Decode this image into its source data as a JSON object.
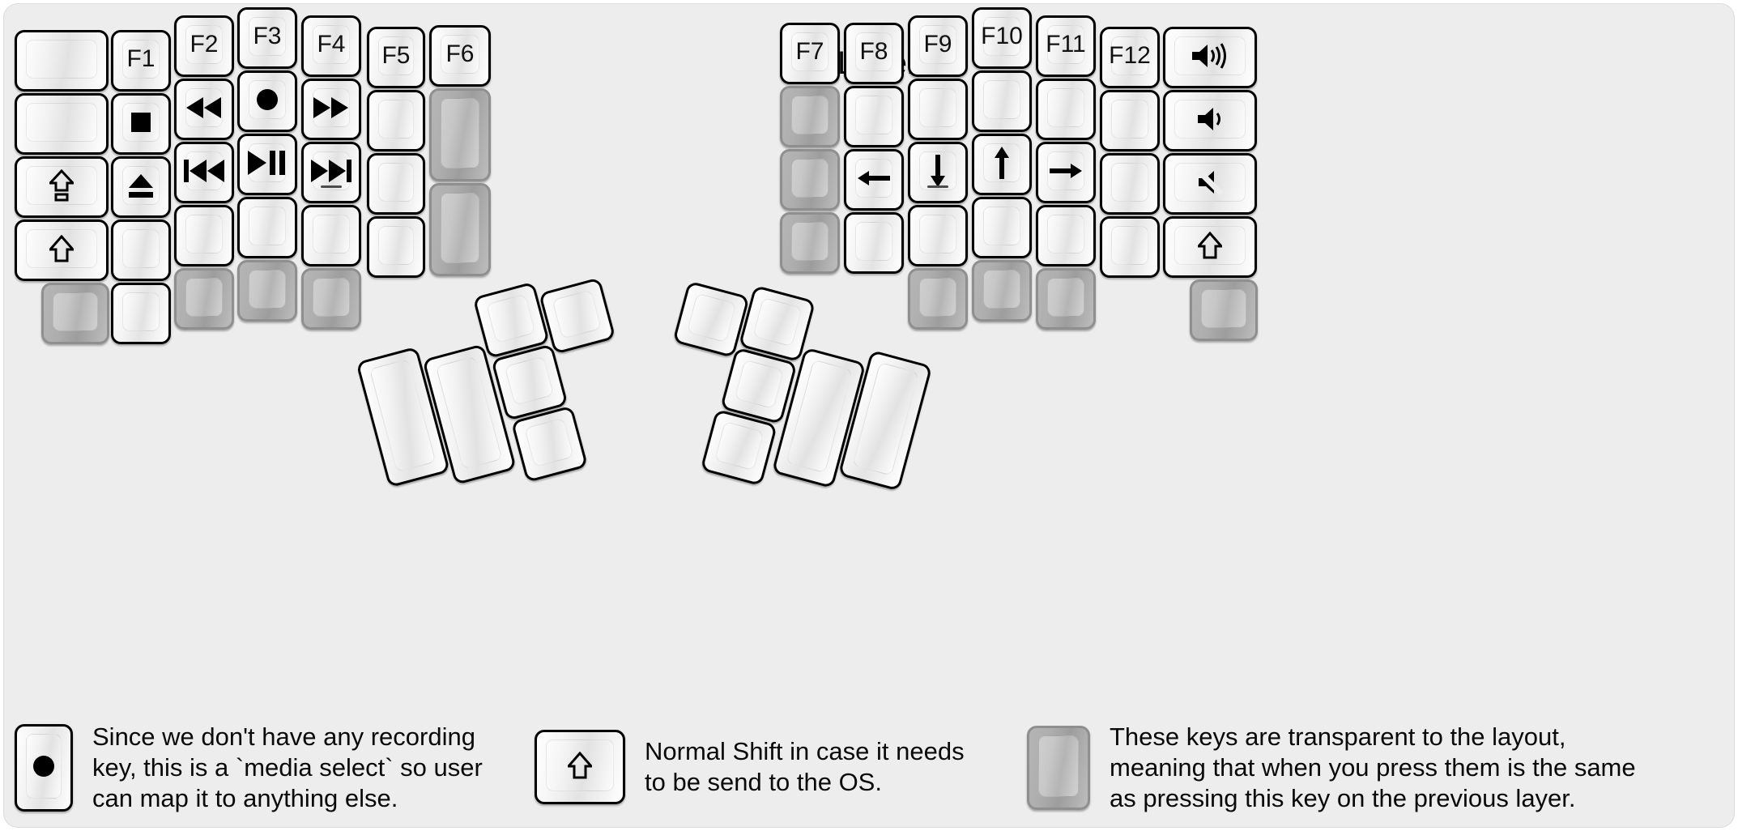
{
  "page": {
    "title": "fn Layer",
    "background_color": "#ededed",
    "key_border_color": "#000000",
    "transparent_key_color": "#aeaeae"
  },
  "keyboard": {
    "name": "split ergonomic columnar keyboard",
    "halves": [
      {
        "side": "left",
        "columns": [
          {
            "name": "left-outer-column",
            "keys": [
              {
                "label": "",
                "icon": "",
                "type": "normal",
                "width_u": 1.5
              },
              {
                "label": "",
                "icon": "",
                "type": "normal",
                "width_u": 1.5
              },
              {
                "label": "",
                "icon": "caps-lock-icon",
                "type": "normal",
                "width_u": 1.5
              },
              {
                "label": "",
                "icon": "shift-up-arrow-icon",
                "type": "normal",
                "width_u": 1.5
              },
              {
                "label": "",
                "icon": "",
                "type": "transparent",
                "width_u": 1.0
              }
            ]
          },
          {
            "name": "column-f1",
            "keys": [
              {
                "label": "F1",
                "icon": "",
                "type": "normal"
              },
              {
                "label": "",
                "icon": "media-stop-icon",
                "type": "normal"
              },
              {
                "label": "",
                "icon": "media-eject-icon",
                "type": "normal"
              },
              {
                "label": "",
                "icon": "",
                "type": "normal"
              },
              {
                "label": "",
                "icon": "",
                "type": "normal"
              }
            ]
          },
          {
            "name": "column-f2",
            "keys": [
              {
                "label": "F2",
                "icon": "",
                "type": "normal"
              },
              {
                "label": "",
                "icon": "media-rewind-icon",
                "type": "normal"
              },
              {
                "label": "",
                "icon": "media-previous-track-icon",
                "type": "normal"
              },
              {
                "label": "",
                "icon": "",
                "type": "normal"
              },
              {
                "label": "",
                "icon": "",
                "type": "transparent"
              }
            ]
          },
          {
            "name": "column-f3",
            "keys": [
              {
                "label": "F3",
                "icon": "",
                "type": "normal"
              },
              {
                "label": "",
                "icon": "media-record-icon",
                "type": "normal"
              },
              {
                "label": "",
                "icon": "media-play-pause-icon",
                "type": "normal"
              },
              {
                "label": "",
                "icon": "",
                "type": "normal"
              },
              {
                "label": "",
                "icon": "",
                "type": "transparent"
              }
            ]
          },
          {
            "name": "column-f4",
            "keys": [
              {
                "label": "F4",
                "icon": "",
                "type": "normal"
              },
              {
                "label": "",
                "icon": "media-fast-forward-icon",
                "type": "normal"
              },
              {
                "label": "",
                "icon": "media-next-track-icon",
                "type": "normal",
                "homing_bump": true
              },
              {
                "label": "",
                "icon": "",
                "type": "normal"
              },
              {
                "label": "",
                "icon": "",
                "type": "transparent"
              }
            ]
          },
          {
            "name": "column-f5",
            "keys": [
              {
                "label": "F5",
                "icon": "",
                "type": "normal"
              },
              {
                "label": "",
                "icon": "",
                "type": "normal"
              },
              {
                "label": "",
                "icon": "",
                "type": "normal"
              },
              {
                "label": "",
                "icon": "",
                "type": "normal"
              }
            ]
          },
          {
            "name": "column-f6",
            "keys": [
              {
                "label": "F6",
                "icon": "",
                "type": "normal"
              },
              {
                "label": "",
                "icon": "",
                "type": "transparent",
                "height_u": 1.5
              },
              {
                "label": "",
                "icon": "",
                "type": "transparent",
                "height_u": 1.5
              }
            ]
          }
        ],
        "thumb_cluster": {
          "name": "left-thumb-cluster",
          "rotation_deg": -15,
          "keys": [
            {
              "label": "",
              "icon": "",
              "type": "normal",
              "size": "2u-tall"
            },
            {
              "label": "",
              "icon": "",
              "type": "normal",
              "size": "2u-tall"
            },
            {
              "label": "",
              "icon": "",
              "type": "normal",
              "size": "1u"
            },
            {
              "label": "",
              "icon": "",
              "type": "normal",
              "size": "1u"
            },
            {
              "label": "",
              "icon": "",
              "type": "normal",
              "size": "1u"
            },
            {
              "label": "",
              "icon": "",
              "type": "normal",
              "size": "1u"
            }
          ]
        }
      },
      {
        "side": "right",
        "columns": [
          {
            "name": "column-f7",
            "keys": [
              {
                "label": "F7",
                "icon": "",
                "type": "normal"
              },
              {
                "label": "",
                "icon": "",
                "type": "transparent"
              },
              {
                "label": "",
                "icon": "",
                "type": "transparent"
              },
              {
                "label": "",
                "icon": "",
                "type": "transparent"
              }
            ]
          },
          {
            "name": "column-f8",
            "keys": [
              {
                "label": "F8",
                "icon": "",
                "type": "normal"
              },
              {
                "label": "",
                "icon": "",
                "type": "normal"
              },
              {
                "label": "",
                "icon": "arrow-left-icon",
                "type": "normal"
              },
              {
                "label": "",
                "icon": "",
                "type": "normal"
              }
            ]
          },
          {
            "name": "column-f9",
            "keys": [
              {
                "label": "F9",
                "icon": "",
                "type": "normal"
              },
              {
                "label": "",
                "icon": "",
                "type": "normal"
              },
              {
                "label": "",
                "icon": "arrow-down-icon",
                "type": "normal",
                "homing_bump": true
              },
              {
                "label": "",
                "icon": "",
                "type": "normal"
              },
              {
                "label": "",
                "icon": "",
                "type": "transparent"
              }
            ]
          },
          {
            "name": "column-f10",
            "keys": [
              {
                "label": "F10",
                "icon": "",
                "type": "normal"
              },
              {
                "label": "",
                "icon": "",
                "type": "normal"
              },
              {
                "label": "",
                "icon": "arrow-up-icon",
                "type": "normal"
              },
              {
                "label": "",
                "icon": "",
                "type": "normal"
              },
              {
                "label": "",
                "icon": "",
                "type": "transparent"
              }
            ]
          },
          {
            "name": "column-f11",
            "keys": [
              {
                "label": "F11",
                "icon": "",
                "type": "normal"
              },
              {
                "label": "",
                "icon": "",
                "type": "normal"
              },
              {
                "label": "",
                "icon": "arrow-right-icon",
                "type": "normal"
              },
              {
                "label": "",
                "icon": "",
                "type": "normal"
              },
              {
                "label": "",
                "icon": "",
                "type": "transparent"
              }
            ]
          },
          {
            "name": "column-f12",
            "keys": [
              {
                "label": "F12",
                "icon": "",
                "type": "normal"
              },
              {
                "label": "",
                "icon": "",
                "type": "normal"
              },
              {
                "label": "",
                "icon": "",
                "type": "normal"
              },
              {
                "label": "",
                "icon": "",
                "type": "normal"
              }
            ]
          },
          {
            "name": "right-outer-column",
            "keys": [
              {
                "label": "",
                "icon": "volume-up-icon",
                "type": "normal",
                "width_u": 1.5
              },
              {
                "label": "",
                "icon": "volume-down-icon",
                "type": "normal",
                "width_u": 1.5
              },
              {
                "label": "",
                "icon": "volume-mute-icon",
                "type": "normal",
                "width_u": 1.5
              },
              {
                "label": "",
                "icon": "shift-up-arrow-icon",
                "type": "normal",
                "width_u": 1.5
              },
              {
                "label": "",
                "icon": "",
                "type": "transparent",
                "width_u": 1.0
              }
            ]
          }
        ],
        "thumb_cluster": {
          "name": "right-thumb-cluster",
          "rotation_deg": 15,
          "keys": [
            {
              "label": "",
              "icon": "",
              "type": "normal",
              "size": "1u"
            },
            {
              "label": "",
              "icon": "",
              "type": "normal",
              "size": "1u"
            },
            {
              "label": "",
              "icon": "",
              "type": "normal",
              "size": "1u"
            },
            {
              "label": "",
              "icon": "",
              "type": "normal",
              "size": "1u"
            },
            {
              "label": "",
              "icon": "",
              "type": "normal",
              "size": "2u-tall"
            },
            {
              "label": "",
              "icon": "",
              "type": "normal",
              "size": "2u-tall"
            }
          ]
        }
      }
    ]
  },
  "legend": {
    "items": [
      {
        "swatch_icon": "media-record-icon",
        "swatch_type": "normal",
        "text": "Since we don't have any recording\nkey, this is a `media select` so user\ncan map it to anything else."
      },
      {
        "swatch_icon": "shift-up-arrow-icon",
        "swatch_type": "normal",
        "text": "Normal Shift in case it needs\nto be send to the OS."
      },
      {
        "swatch_icon": "",
        "swatch_type": "transparent",
        "text": "These keys are transparent to the layout,\nmeaning that when you press them is the same\nas pressing this key on the previous layer."
      }
    ]
  }
}
